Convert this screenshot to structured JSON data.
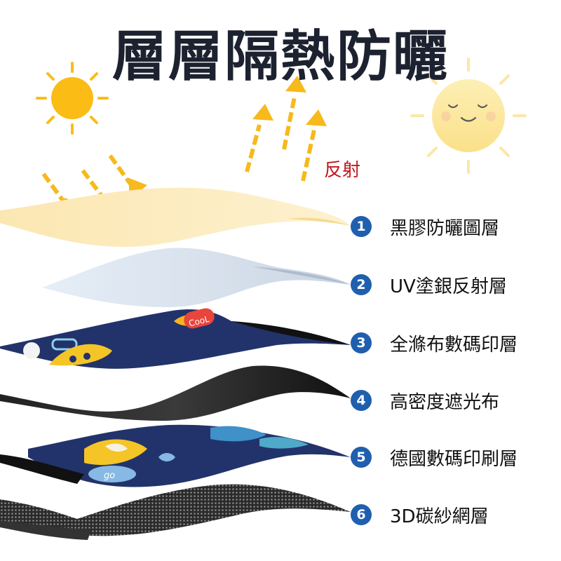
{
  "title": "層層隔熱防曬",
  "reflect_label": "反射",
  "layers": [
    {
      "number": "1",
      "label": "黑膠防曬圖層"
    },
    {
      "number": "2",
      "label": "UV塗銀反射層"
    },
    {
      "number": "3",
      "label": "全滌布數碼印層"
    },
    {
      "number": "4",
      "label": "高密度遮光布"
    },
    {
      "number": "5",
      "label": "德國數碼印刷層"
    },
    {
      "number": "6",
      "label": "3D碳紗網層"
    }
  ],
  "print_words": {
    "layer3": "CooL",
    "layer5": "go"
  },
  "colors": {
    "badge": "#1f5fae",
    "arrow": "#f7b91b",
    "sun": "#fbbc15",
    "sun_soft": "#fbe38e",
    "reflect_text": "#c4161c"
  },
  "icons": [
    "sun-icon",
    "smiling-sun-icon",
    "incoming-arrow-icon",
    "reflected-arrow-icon"
  ]
}
